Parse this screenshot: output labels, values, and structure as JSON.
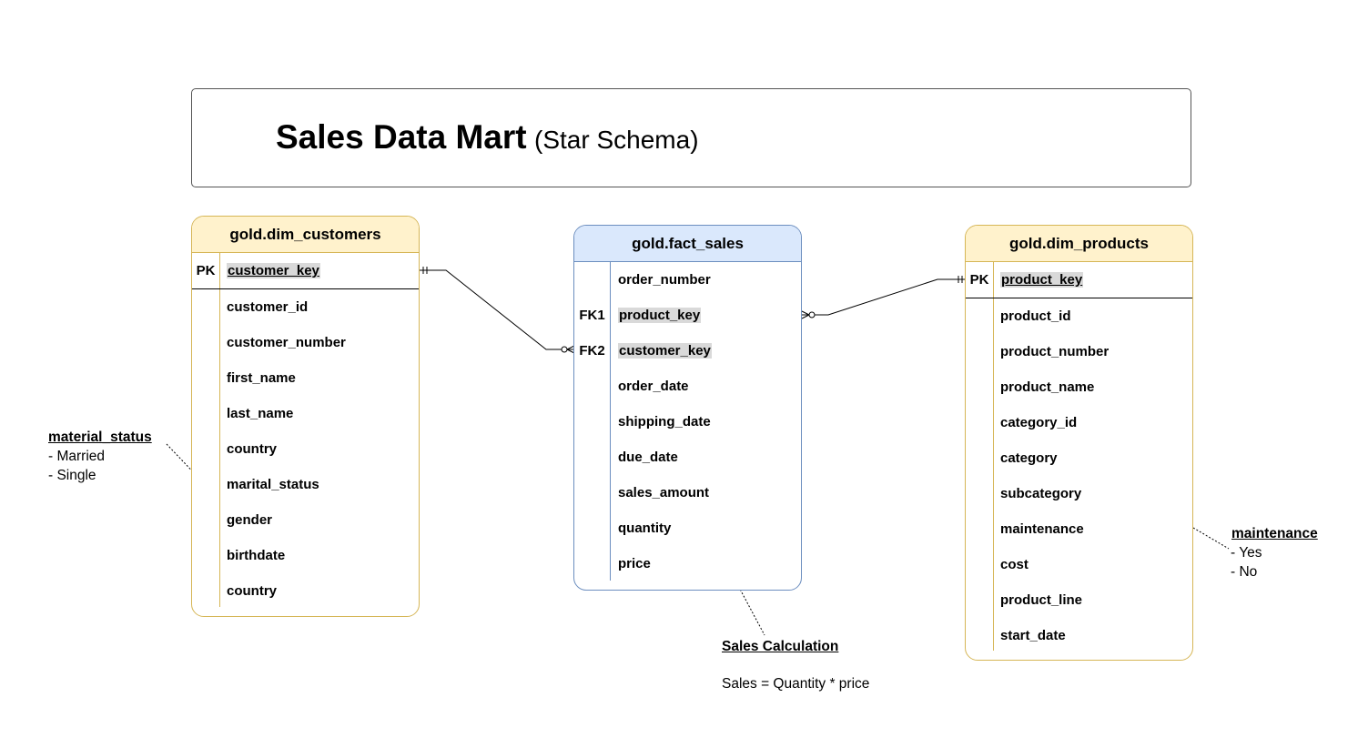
{
  "title": {
    "main": "Sales Data Mart",
    "sub": "(Star Schema)"
  },
  "customers": {
    "name": "gold.dim_customers",
    "pk_label": "PK",
    "pk_column": "customer_key",
    "columns": [
      "customer_id",
      "customer_number",
      "first_name",
      "last_name",
      "country",
      "marital_status",
      "gender",
      "birthdate",
      "country"
    ]
  },
  "fact": {
    "name": "gold.fact_sales",
    "rows": [
      {
        "key": "",
        "column": "order_number"
      },
      {
        "key": "FK1",
        "column": "product_key"
      },
      {
        "key": "FK2",
        "column": "customer_key"
      },
      {
        "key": "",
        "column": "order_date"
      },
      {
        "key": "",
        "column": "shipping_date"
      },
      {
        "key": "",
        "column": "due_date"
      },
      {
        "key": "",
        "column": "sales_amount"
      },
      {
        "key": "",
        "column": "quantity"
      },
      {
        "key": "",
        "column": "price"
      }
    ]
  },
  "products": {
    "name": "gold.dim_products",
    "pk_label": "PK",
    "pk_column": "product_key",
    "columns": [
      "product_id",
      "product_number",
      "product_name",
      "category_id",
      "category",
      "subcategory",
      "maintenance",
      "cost",
      "product_line",
      "start_date"
    ]
  },
  "notes": {
    "marital": {
      "title": "material_status",
      "line1": "- Married",
      "line2": "- Single"
    },
    "maintenance": {
      "title": "maintenance",
      "line1": "- Yes",
      "line2": "-  No"
    },
    "sales": {
      "title": "Sales Calculation",
      "formula": "Sales = Quantity * price"
    }
  },
  "colors": {
    "dim_border": "#d6b656",
    "dim_fill": "#fff2cc",
    "fact_border": "#6c8ebf",
    "fact_fill": "#dae8fc",
    "key_highlight": "#d9d9d9"
  }
}
